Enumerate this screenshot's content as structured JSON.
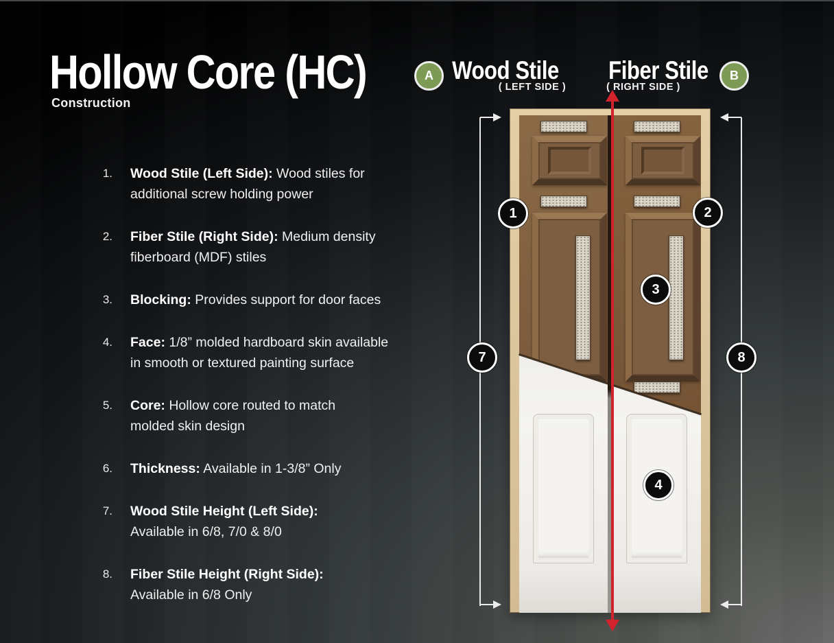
{
  "slide": {
    "title": "Hollow Core (HC)",
    "subtitle": "Construction"
  },
  "list": [
    {
      "num": "1.",
      "label": "Wood Stile (Left Side):",
      "text": " Wood stiles for",
      "line2": "additional screw holding power"
    },
    {
      "num": "2.",
      "label": "Fiber Stile (Right Side):",
      "text": " Medium density",
      "line2": "fiberboard (MDF) stiles"
    },
    {
      "num": "3.",
      "label": "Blocking:",
      "text": " Provides support for door faces",
      "line2": ""
    },
    {
      "num": "4.",
      "label": "Face:",
      "text": " 1/8” molded hardboard skin available",
      "line2": "in smooth or textured painting surface"
    },
    {
      "num": "5.",
      "label": "Core:",
      "text": " Hollow core routed to match",
      "line2": "molded skin design"
    },
    {
      "num": "6.",
      "label": "Thickness:",
      "text": " Available in 1-3/8” Only",
      "line2": ""
    },
    {
      "num": "7.",
      "label": "Wood Stile Height (Left Side):",
      "text": "",
      "line2": "Available in 6/8, 7/0 & 8/0"
    },
    {
      "num": "8.",
      "label": "Fiber Stile Height (Right Side):",
      "text": "",
      "line2": "Available in 6/8 Only"
    }
  ],
  "diagram": {
    "left_header": {
      "badge": "A",
      "title": "Wood Stile",
      "subtitle": "( LEFT SIDE )"
    },
    "right_header": {
      "badge": "B",
      "title": "Fiber Stile",
      "subtitle": "( RIGHT SIDE )"
    },
    "callouts": {
      "c1": "1",
      "c2": "2",
      "c3": "3",
      "c4": "4",
      "c7": "7",
      "c8": "8"
    }
  },
  "colors": {
    "badge_green": "#7d9b55",
    "callout_black": "#0b0b0c",
    "arrow_red": "#d2232c",
    "dimension_white": "#ebebeb",
    "wood_brown": "#7b5a3c",
    "frame_tan": "#d6bf97",
    "text_white": "#f2f2f2"
  }
}
